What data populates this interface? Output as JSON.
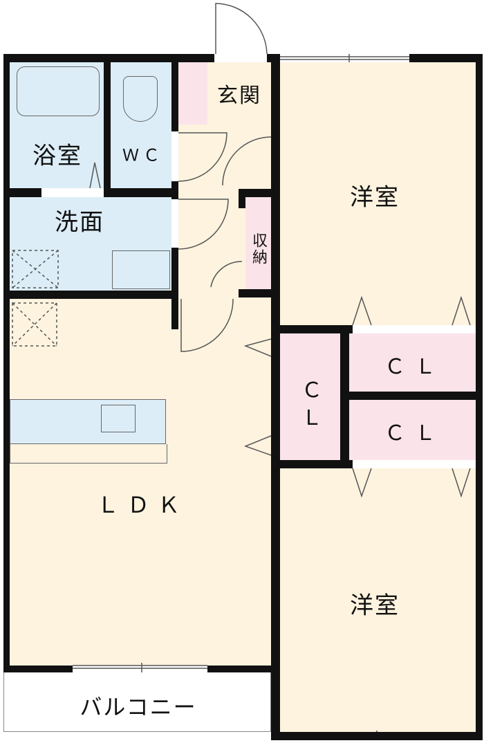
{
  "rooms": {
    "bathroom": "浴室",
    "toilet": "ＷＣ",
    "entrance": "玄関",
    "washroom": "洗面",
    "storage": "収納",
    "western_room_top": "洋室",
    "closet_left": "ＣＬ",
    "closet_top": "ＣＬ",
    "closet_bottom": "ＣＬ",
    "ldk": "ＬＤＫ",
    "western_room_bottom": "洋室",
    "balcony": "バルコニー"
  },
  "colors": {
    "floor": "#fdf3df",
    "wet_area": "#dcedf7",
    "storage": "#fbe3ea",
    "wall": "#111111"
  }
}
